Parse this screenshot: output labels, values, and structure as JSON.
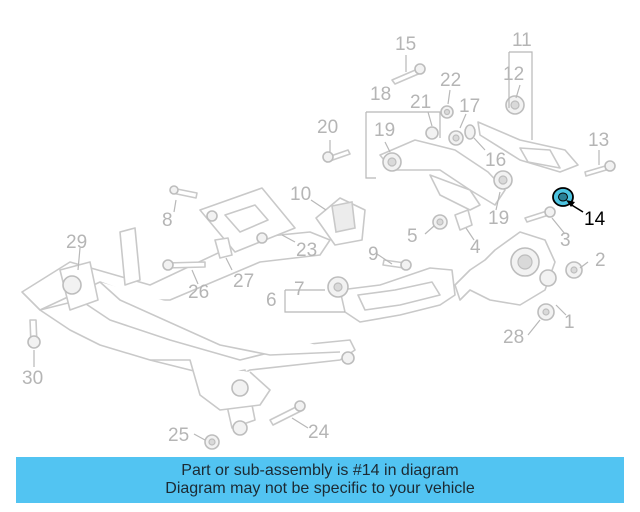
{
  "diagram": {
    "highlighted_part": "14",
    "callouts": [
      "1",
      "2",
      "3",
      "4",
      "5",
      "6",
      "7",
      "8",
      "9",
      "10",
      "11",
      "12",
      "13",
      "14",
      "15",
      "16",
      "17",
      "18",
      "19",
      "19",
      "20",
      "21",
      "22",
      "23",
      "24",
      "25",
      "26",
      "27",
      "28",
      "29",
      "30"
    ]
  },
  "banner": {
    "line1": "Part or sub-assembly is #14 in diagram",
    "line2": "Diagram may not be specific to your vehicle"
  },
  "colors": {
    "banner_bg": "#52c4f2",
    "highlight_fill": "#4cc3e0",
    "line_art": "#c9c9c9"
  }
}
